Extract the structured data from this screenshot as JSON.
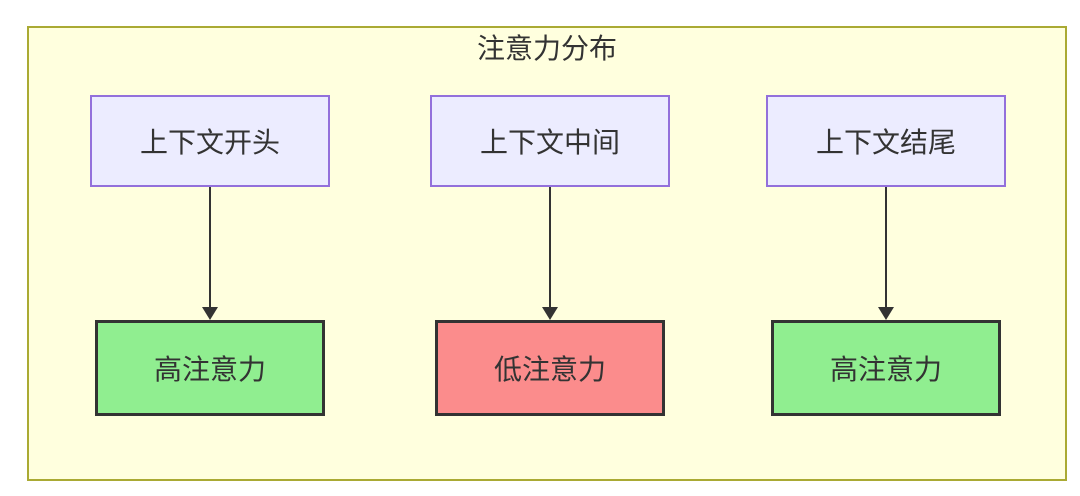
{
  "diagram": {
    "title": "注意力分布",
    "colors": {
      "canvas_bg": "#ffffff",
      "container_fill": "#FFFFDE",
      "container_border": "#AAAA33",
      "node_fill": "#ECECFF",
      "node_border": "#9370DB",
      "high_fill": "#90EE90",
      "low_fill": "#FB8C8C",
      "result_border": "#333333",
      "arrow": "#333333",
      "text": "#333333"
    },
    "columns": [
      {
        "source": "上下文开头",
        "result": "高注意力",
        "result_type": "high"
      },
      {
        "source": "上下文中间",
        "result": "低注意力",
        "result_type": "low"
      },
      {
        "source": "上下文结尾",
        "result": "高注意力",
        "result_type": "high"
      }
    ]
  }
}
